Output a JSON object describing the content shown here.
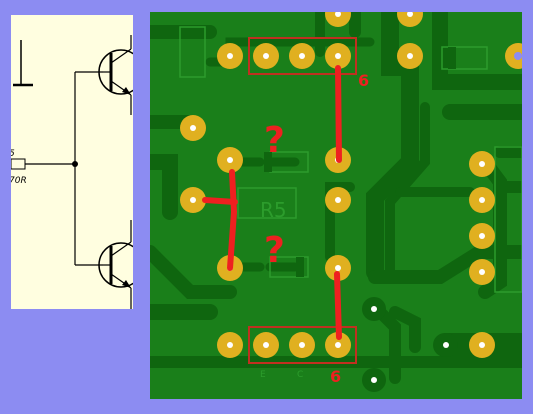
{
  "schematic": {
    "resistor_value_label": "70R",
    "resistor_ref_partial": "5"
  },
  "pcb": {
    "silkscreen_ref": "R5",
    "pin_label_e": "E",
    "pin_label_c": "C",
    "annotation_top_number": "6",
    "annotation_bottom_number": "6",
    "annotation_question_1": "?",
    "annotation_question_2": "?"
  },
  "colors": {
    "background": "#8c8cf2",
    "board": "#1a7f1a",
    "copper": "#0f660f",
    "pad": "#e0b020",
    "annotation": "#ee2020",
    "highlight_box": "#c03020",
    "schematic_bg": "#fffee0"
  }
}
